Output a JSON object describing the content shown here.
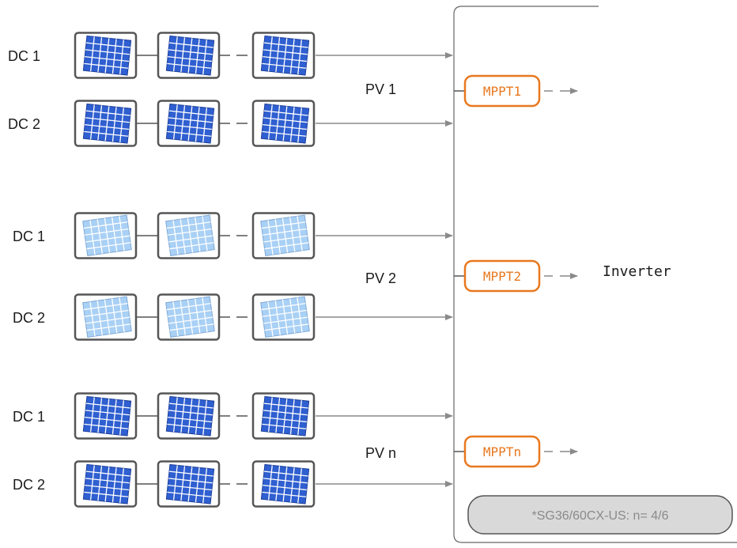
{
  "groups": [
    {
      "pv_label": "PV 1",
      "mppt_label": "MPPT1",
      "strings": [
        "DC 1",
        "DC 2"
      ],
      "panel_style": "dark"
    },
    {
      "pv_label": "PV 2",
      "mppt_label": "MPPT2",
      "strings": [
        "DC 1",
        "DC 2"
      ],
      "panel_style": "light"
    },
    {
      "pv_label": "PV n",
      "mppt_label": "MPPTn",
      "strings": [
        "DC 1",
        "DC 2"
      ],
      "panel_style": "dark"
    }
  ],
  "inverter_label": "Inverter",
  "note": "*SG36/60CX-US: n= 4/6",
  "colors": {
    "panel_dark": "#2f5fd0",
    "panel_light": "#a9d0f5",
    "mppt_border": "#e8781f",
    "line": "#8a8a8a",
    "frame": "#555555",
    "note_bg": "#d9d9d9"
  },
  "icons": {
    "panel": "solar-panel-icon",
    "arrow": "arrow-right-icon"
  }
}
